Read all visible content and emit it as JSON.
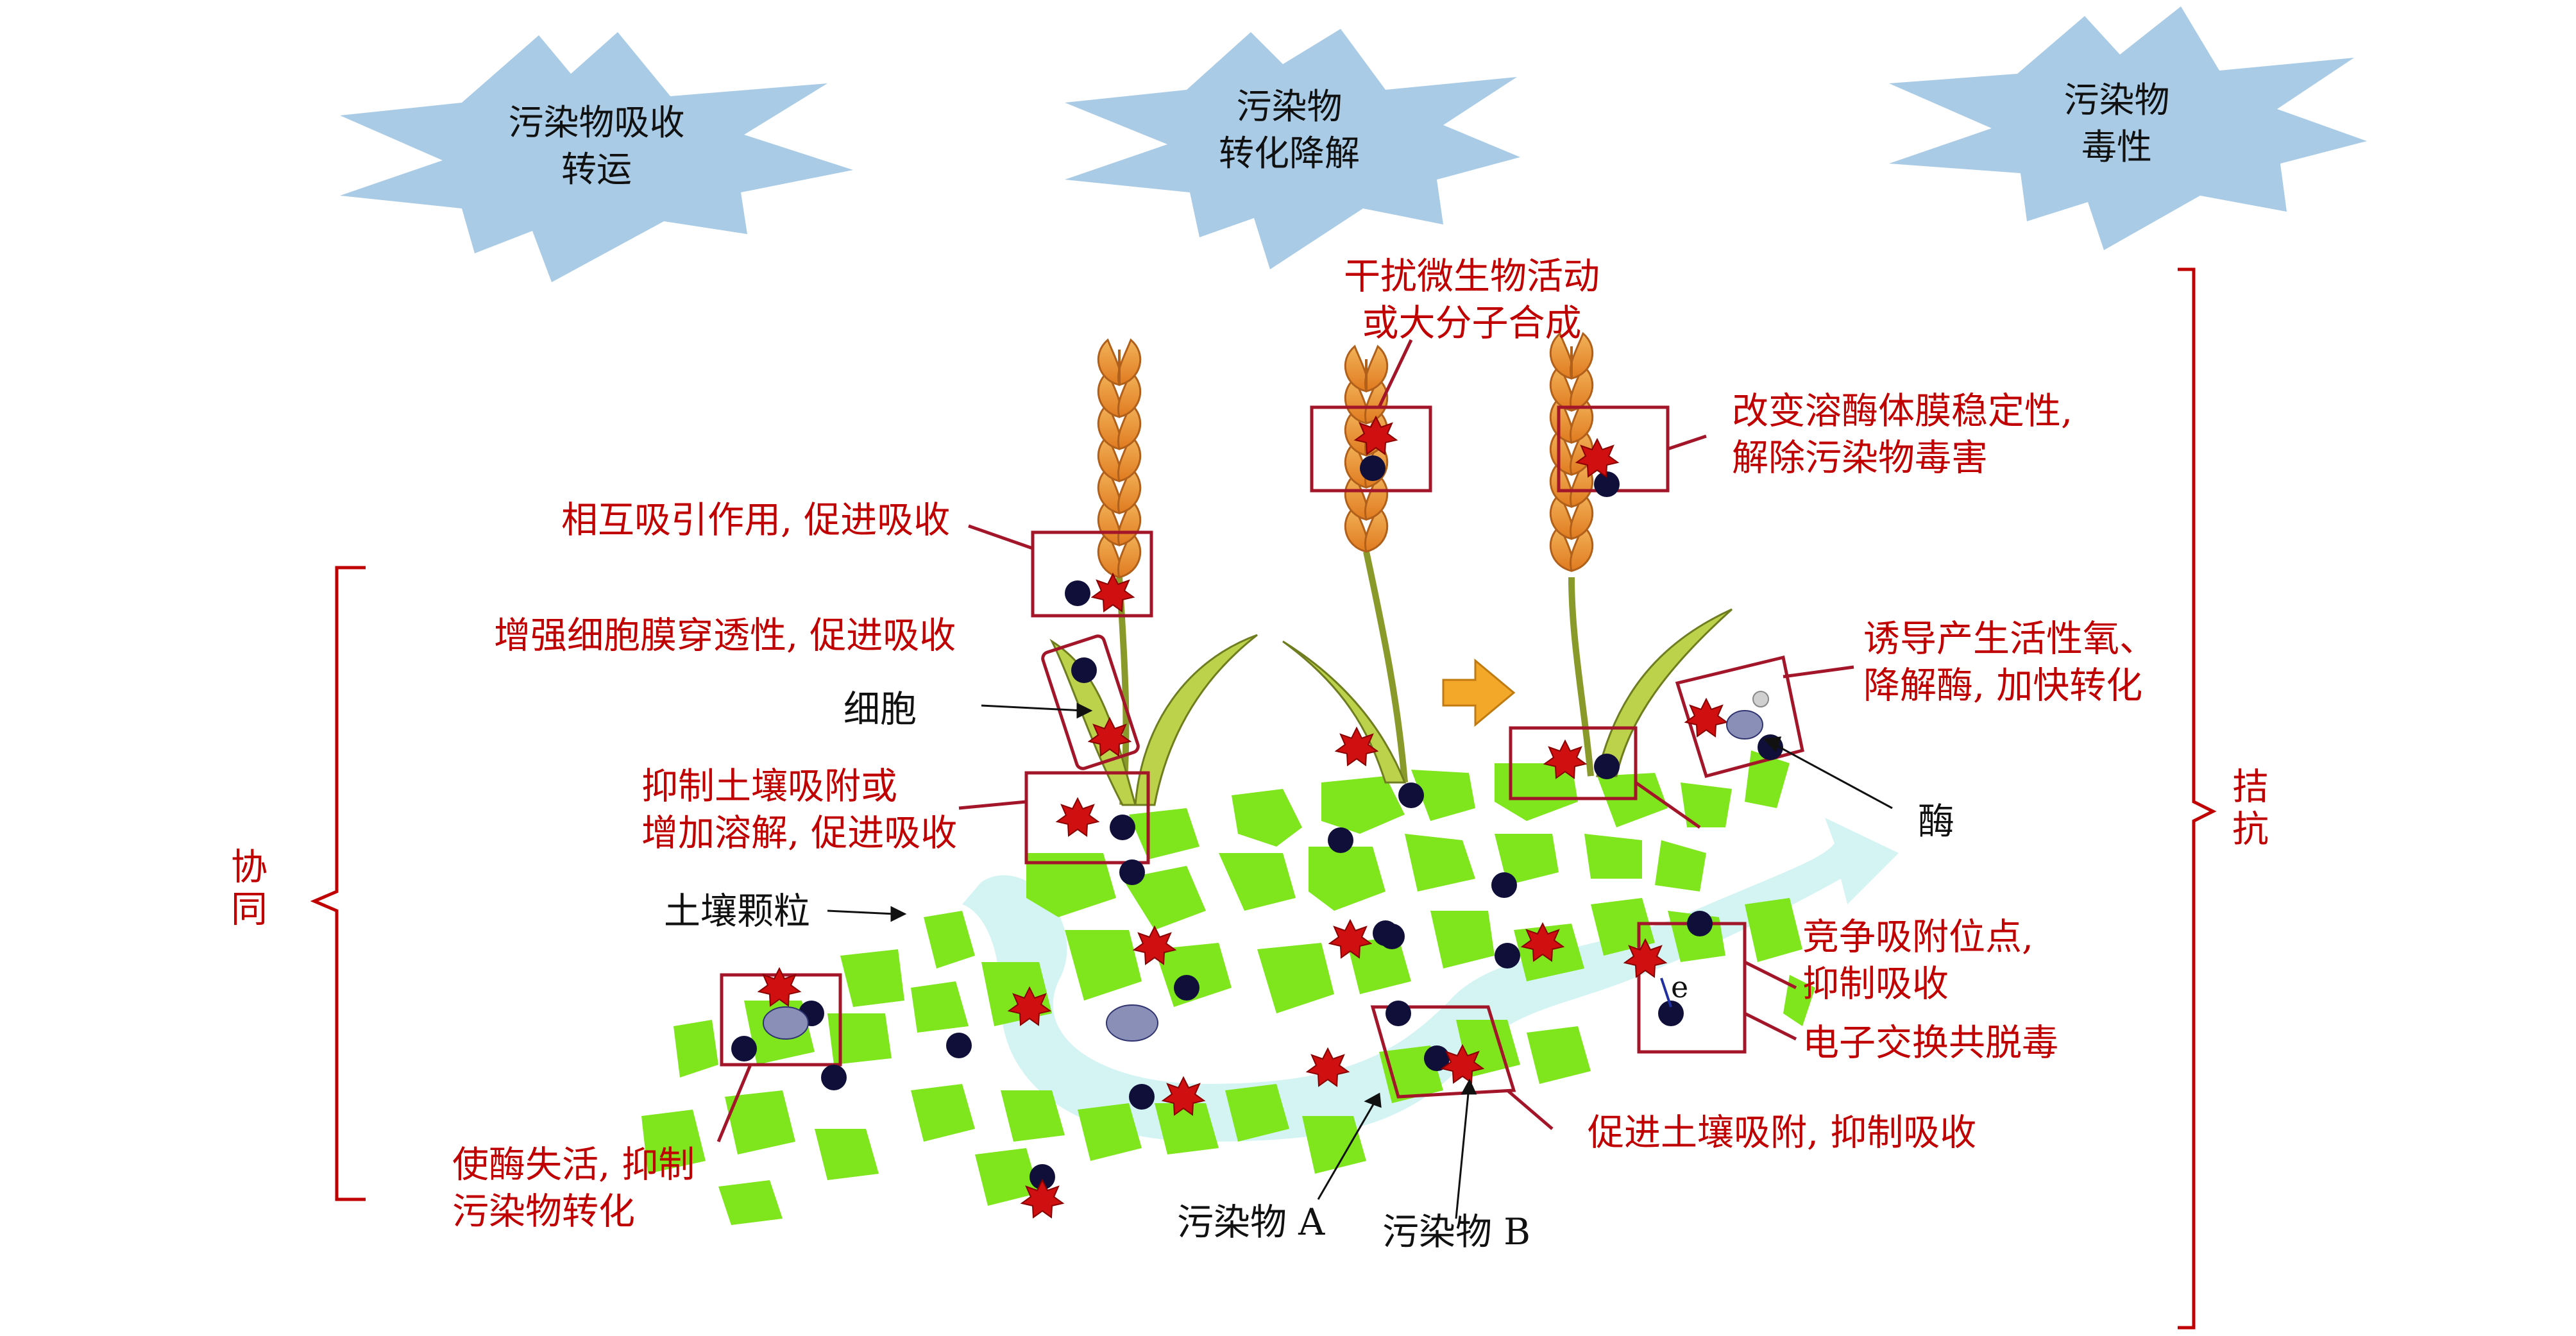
{
  "header": {
    "stars": [
      {
        "line1": "污染物吸收",
        "line2": "转运"
      },
      {
        "line1": "污染物",
        "line2": "转化降解"
      },
      {
        "line1": "污染物",
        "line2": "毒性"
      }
    ]
  },
  "side": {
    "left": "协\n同",
    "right": "拮\n抗"
  },
  "callouts": {
    "attract": "相互吸引作用, 促进吸收",
    "membrane": "增强细胞膜穿透性, 促进吸收",
    "cell": "细胞",
    "inhibit_line1": "抑制土壤吸附或",
    "inhibit_line2": "增加溶解, 促进吸收",
    "soil_particle": "土壤颗粒",
    "enzyme_inactive_line1": "使酶失活, 抑制",
    "enzyme_inactive_line2": "污染物转化",
    "micro_line1": "干扰微生物活动",
    "micro_line2": "或大分子合成",
    "lysosome_line1": "改变溶酶体膜稳定性,",
    "lysosome_line2": "解除污染物毒害",
    "ros_line1": "诱导产生活性氧、",
    "ros_line2": "降解酶, 加快转化",
    "enzyme": "酶",
    "compete_line1": "竞争吸附位点,",
    "compete_line2": "抑制吸收",
    "electron": "电子交换共脱毒",
    "e_label": "e",
    "promote_soil": "促进土壤吸附, 抑制吸收",
    "pollutant_a": "污染物 A",
    "pollutant_b": "污染物 B"
  },
  "colors": {
    "star_fill": "#a9cbe6",
    "accent_red": "#c00000",
    "callout_border": "#a3162a",
    "soil_green": "#7fe61d",
    "flow_cyan": "#d3f4f3",
    "pollutant_a": "#0f0f3a",
    "pollutant_b": "#d01010",
    "wheat_orange": "#e8872a",
    "leaf_green": "#bcd24a",
    "arrow_orange": "#f3a82a"
  }
}
